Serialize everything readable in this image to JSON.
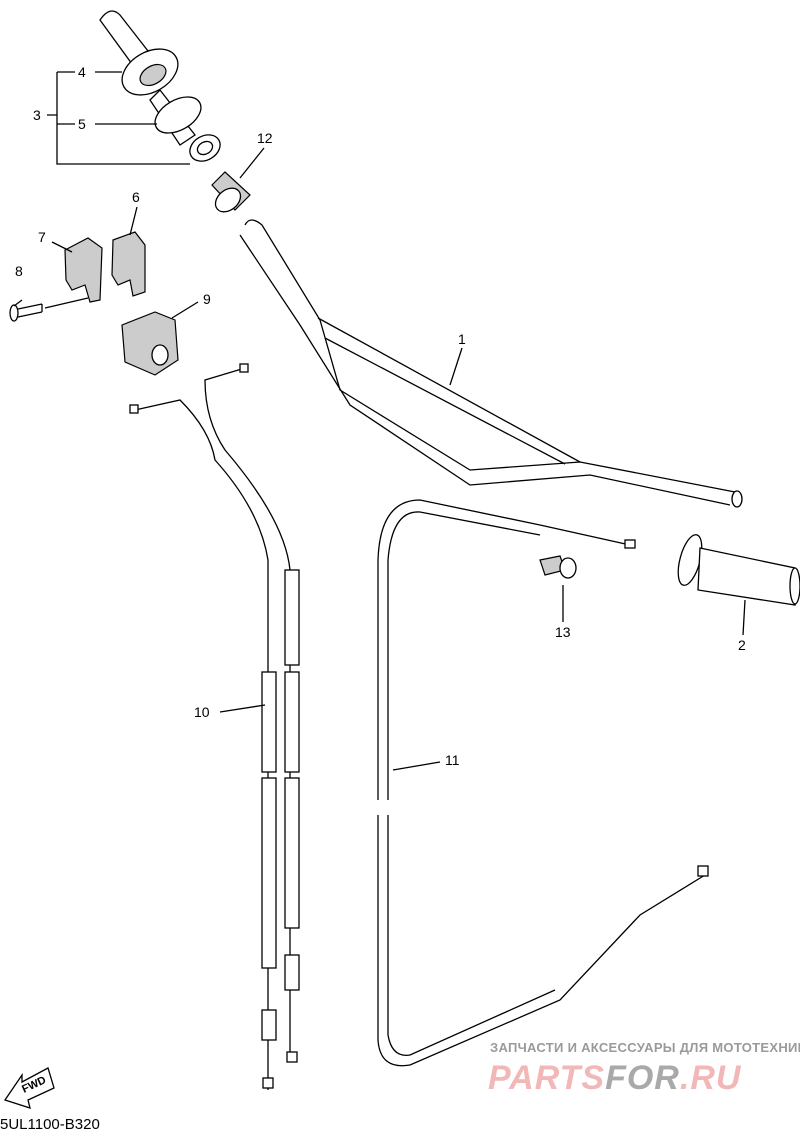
{
  "diagram": {
    "code": "5UL1100-B320",
    "fwd_label": "FWD",
    "parts": {
      "p1": "1",
      "p2": "2",
      "p3": "3",
      "p4": "4",
      "p5": "5",
      "p6": "6",
      "p7": "7",
      "p8": "8",
      "p9": "9",
      "p10": "10",
      "p11": "11",
      "p12": "12",
      "p13": "13"
    }
  },
  "watermark": {
    "subtitle": "ЗАПЧАСТИ И АКСЕССУАРЫ ДЛЯ МОТОТЕХНИКИ",
    "brand_a": "PARTS",
    "brand_b": "FOR",
    "brand_c": ".RU"
  }
}
